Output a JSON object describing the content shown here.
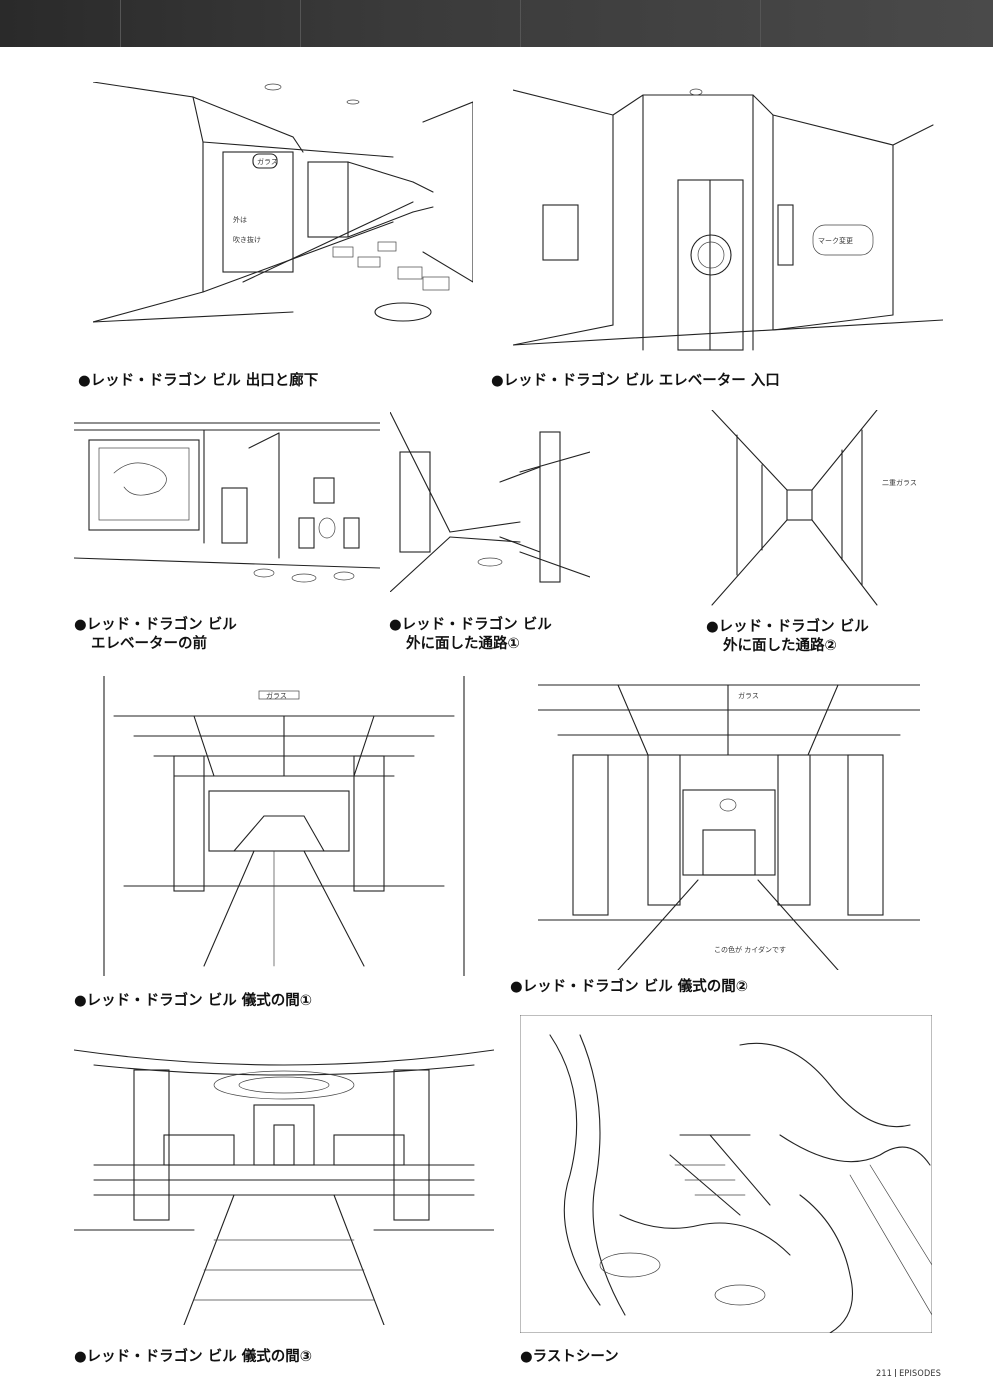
{
  "captions": {
    "c1": "●レッド・ドラゴン ビル 出口と廊下",
    "c2": "●レッド・ドラゴン ビル エレベーター 入口",
    "c3_line1": "●レッド・ドラゴン ビル",
    "c3_line2": "エレベーターの前",
    "c4_line1": "●レッド・ドラゴン ビル",
    "c4_line2": "外に面した通路①",
    "c5_line1": "●レッド・ドラゴン ビル",
    "c5_line2": "外に面した通路②",
    "c6": "●レッド・ドラゴン ビル 儀式の間①",
    "c7": "●レッド・ドラゴン ビル 儀式の間②",
    "c8": "●レッド・ドラゴン ビル 儀式の間③",
    "c9": "●ラストシーン"
  },
  "notes": {
    "n_garasu": "ガラス",
    "n_soto": "外は",
    "n_fukinuke": "吹き抜け",
    "n_mark": "マーク変更",
    "n_kaitan": "この色が カイダンです",
    "n_nikai": "二重ガラス"
  },
  "footer": {
    "page_number": "211",
    "section": "EPISODES"
  }
}
